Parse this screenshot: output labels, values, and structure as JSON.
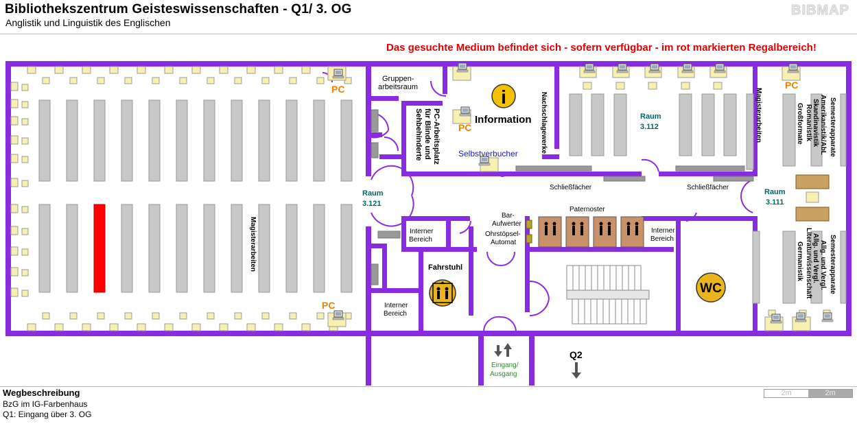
{
  "header": {
    "title": "Bibliothekszentrum Geisteswissenschaften - Q1/ 3. OG",
    "subtitle": "Anglistik und Linguistik des Englischen",
    "logo": "BIBMAP"
  },
  "notice": "Das gesuchte Medium befindet sich - sofern verfügbar -  im rot markierten Regalbereich!",
  "map": {
    "labels": {
      "pc": "PC",
      "gruppen_1": "Gruppen-",
      "gruppen_2": "arbeitsraum",
      "pc_arbeitsplatz_1": "PC-Arbeitsplatz",
      "pc_arbeitsplatz_2": "für Blinde und",
      "pc_arbeitsplatz_3": "Sehbehinderte",
      "information": "Information",
      "info_symbol": "i",
      "nachschlagewerke": "Nachschlagewerke",
      "raum_3112_a": "Raum",
      "raum_3112_b": "3.112",
      "raum_3121_a": "Raum",
      "raum_3121_b": "3.121",
      "raum_3111_a": "Raum",
      "raum_3111_b": "3.111",
      "selbstverbucher": "Selbstverbucher",
      "schliessfaecher": "Schließfächer",
      "magisterarbeiten": "Magisterarbeiten",
      "grossformate": "Großformate",
      "romanistik": "Romanistik",
      "skandinavistik": "Skandinavistik",
      "amerikanistik": "Amerikanistik/AbL",
      "semesterapparate": "Semesterapparate",
      "interner_bereich_1": "Interner",
      "interner_bereich_2": "Bereich",
      "bar_1": "Bar-",
      "bar_2": "Aufwerter",
      "ohr_1": "Ohrstöpsel-",
      "ohr_2": "Automat",
      "paternoster": "Paternoster",
      "fahrstuhl": "Fahrstuhl",
      "wc": "WC",
      "germanistik": "Germanistik",
      "literaturwissenschaft": "Literaturwissenschaft",
      "allg_vergl_1": "Allg. und Vergl.",
      "allg_vergl_2": "Allg. und Vergl.",
      "eingang_1": "Eingang/",
      "eingang_2": "Ausgang",
      "q2": "Q2"
    },
    "highlight_shelf_color": "#ff0000",
    "wall_color": "#8a2be2",
    "shelf_color": "#c8c8c8",
    "desk_color": "#f7f0b0"
  },
  "route": {
    "title": "Wegbeschreibung",
    "line1": "BzG im IG-Farbenhaus",
    "line2": "Q1: Eingang über 3. OG"
  },
  "scale": {
    "a": "2m",
    "b": "2m"
  }
}
